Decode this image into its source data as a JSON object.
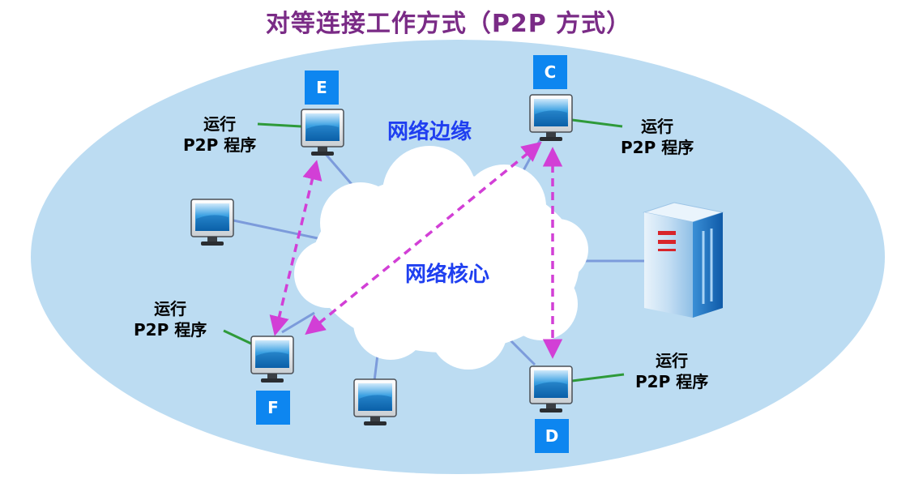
{
  "title": "对等连接工作方式（P2P 方式）",
  "regions": {
    "edge": "网络边缘",
    "core": "网络核心"
  },
  "hosts": {
    "E": "E",
    "C": "C",
    "F": "F",
    "D": "D"
  },
  "program_label": {
    "line1": "运行",
    "line2": "P2P 程序"
  },
  "colors": {
    "title": "#7a2b86",
    "edge_fill": "#bcdcf2",
    "link": "#7c9bdb",
    "annotation_line": "#2e9a3a",
    "p2p_arrow": "#d23fd6",
    "host_tag": "#0d86f0",
    "region_text": "#1f3ff0"
  }
}
